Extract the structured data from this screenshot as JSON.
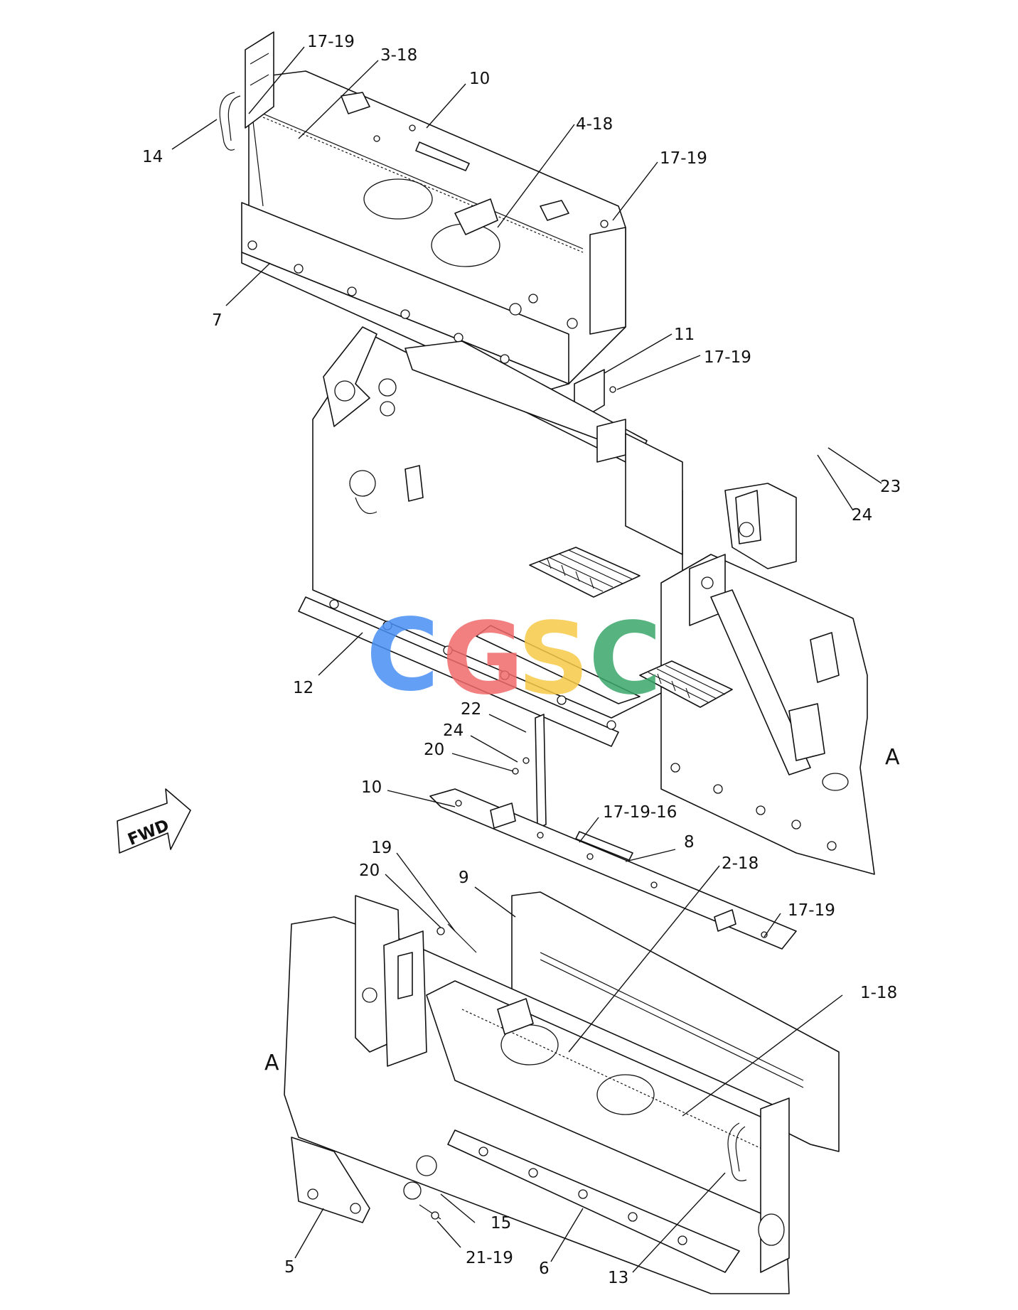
{
  "callouts": {
    "c14": "14",
    "c17_19_a": "17-19",
    "c3_18": "3-18",
    "c10_top": "10",
    "c4_18": "4-18",
    "c17_19_b": "17-19",
    "c7": "7",
    "c11": "11",
    "c17_19_c": "17-19",
    "c23": "23",
    "c24_a": "24",
    "c12": "12",
    "c22": "22",
    "c24_b": "24",
    "c20_a": "20",
    "c10_mid": "10",
    "c17_19_16": "17-19-16",
    "c8": "8",
    "c19": "19",
    "c20_b": "20",
    "c9": "9",
    "c2_18": "2-18",
    "c17_19_d": "17-19",
    "c1_18": "1-18",
    "c15": "15",
    "c5": "5",
    "c21_19": "21-19",
    "c6": "6",
    "c13": "13"
  },
  "view_labels": {
    "a_right": "A",
    "a_left": "A"
  },
  "fwd_label": "FWD",
  "watermark": {
    "text": "CGSC",
    "colors": [
      "#4a8ff5",
      "#f06a6a",
      "#f7c948",
      "#3aa86a"
    ]
  }
}
